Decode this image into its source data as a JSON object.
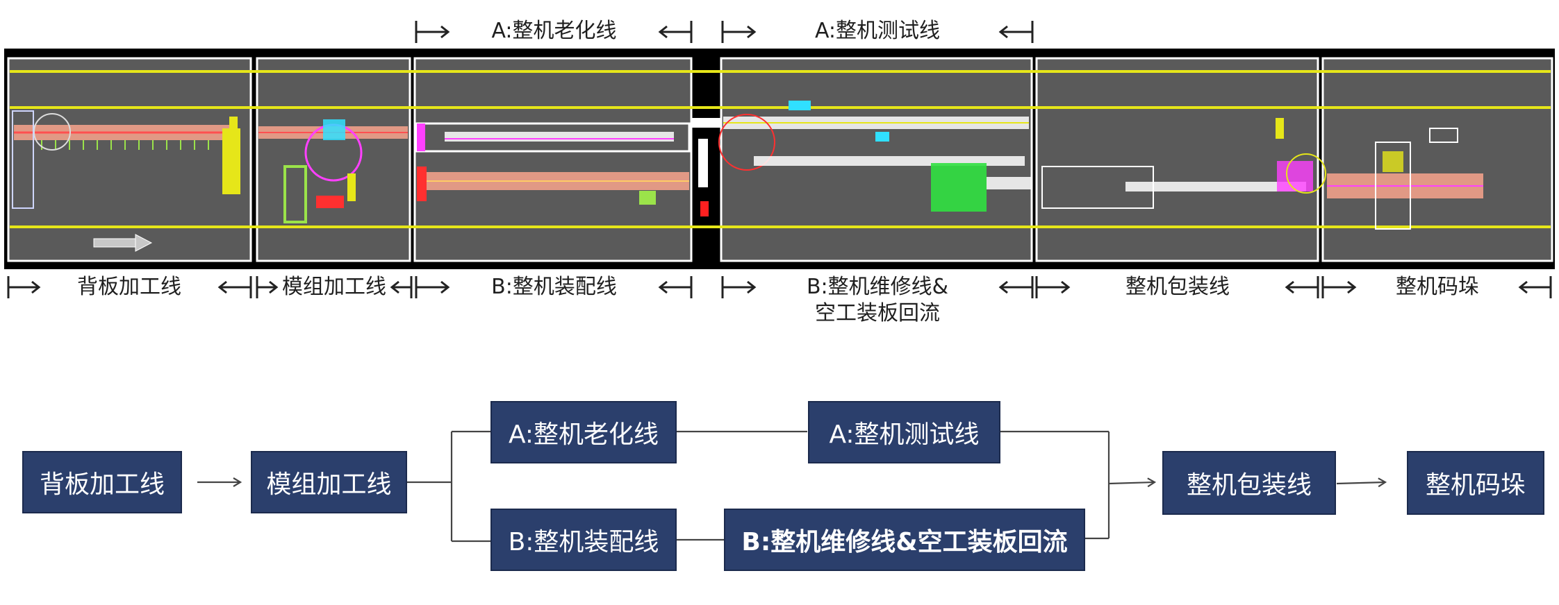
{
  "top_labels": [
    {
      "id": "aging",
      "text": "A:整机老化线"
    },
    {
      "id": "test",
      "text": "A:整机测试线"
    }
  ],
  "bottom_labels": [
    {
      "id": "backplate",
      "text": "背板加工线"
    },
    {
      "id": "module",
      "text": "模组加工线"
    },
    {
      "id": "assembly",
      "text": "B:整机装配线"
    },
    {
      "id": "repair",
      "line1": "B:整机维修线&",
      "line2": "空工装板回流"
    },
    {
      "id": "packing",
      "text": "整机包装线"
    },
    {
      "id": "stacking",
      "text": "整机码垛"
    }
  ],
  "flow": {
    "backplate": "背板加工线",
    "module": "模组加工线",
    "aging": "A:整机老化线",
    "test": "A:整机测试线",
    "assembly": "B:整机装配线",
    "repair": "B:整机维修线&空工装板回流",
    "packing": "整机包装线",
    "stacking": "整机码垛"
  },
  "colors": {
    "box_fill": "#2b3f6c",
    "layout_bg": "#5a5a5a",
    "conveyor_yellow": "#e6e619",
    "frame": "#000000"
  }
}
